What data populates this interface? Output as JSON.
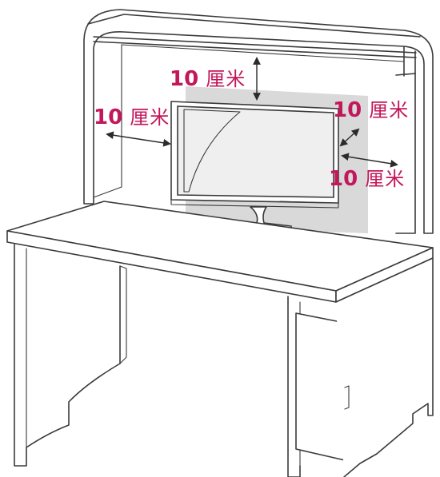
{
  "labels": {
    "top": {
      "value": "10",
      "unit": "厘米"
    },
    "left": {
      "value": "10",
      "unit": "厘米"
    },
    "right_upper": {
      "value": "10",
      "unit": "厘米"
    },
    "right_lower": {
      "value": "10",
      "unit": "厘米"
    }
  },
  "colors": {
    "label": "#c2185b",
    "line": "#3a3a3a",
    "clearance_shade": "#d9d9d9"
  }
}
